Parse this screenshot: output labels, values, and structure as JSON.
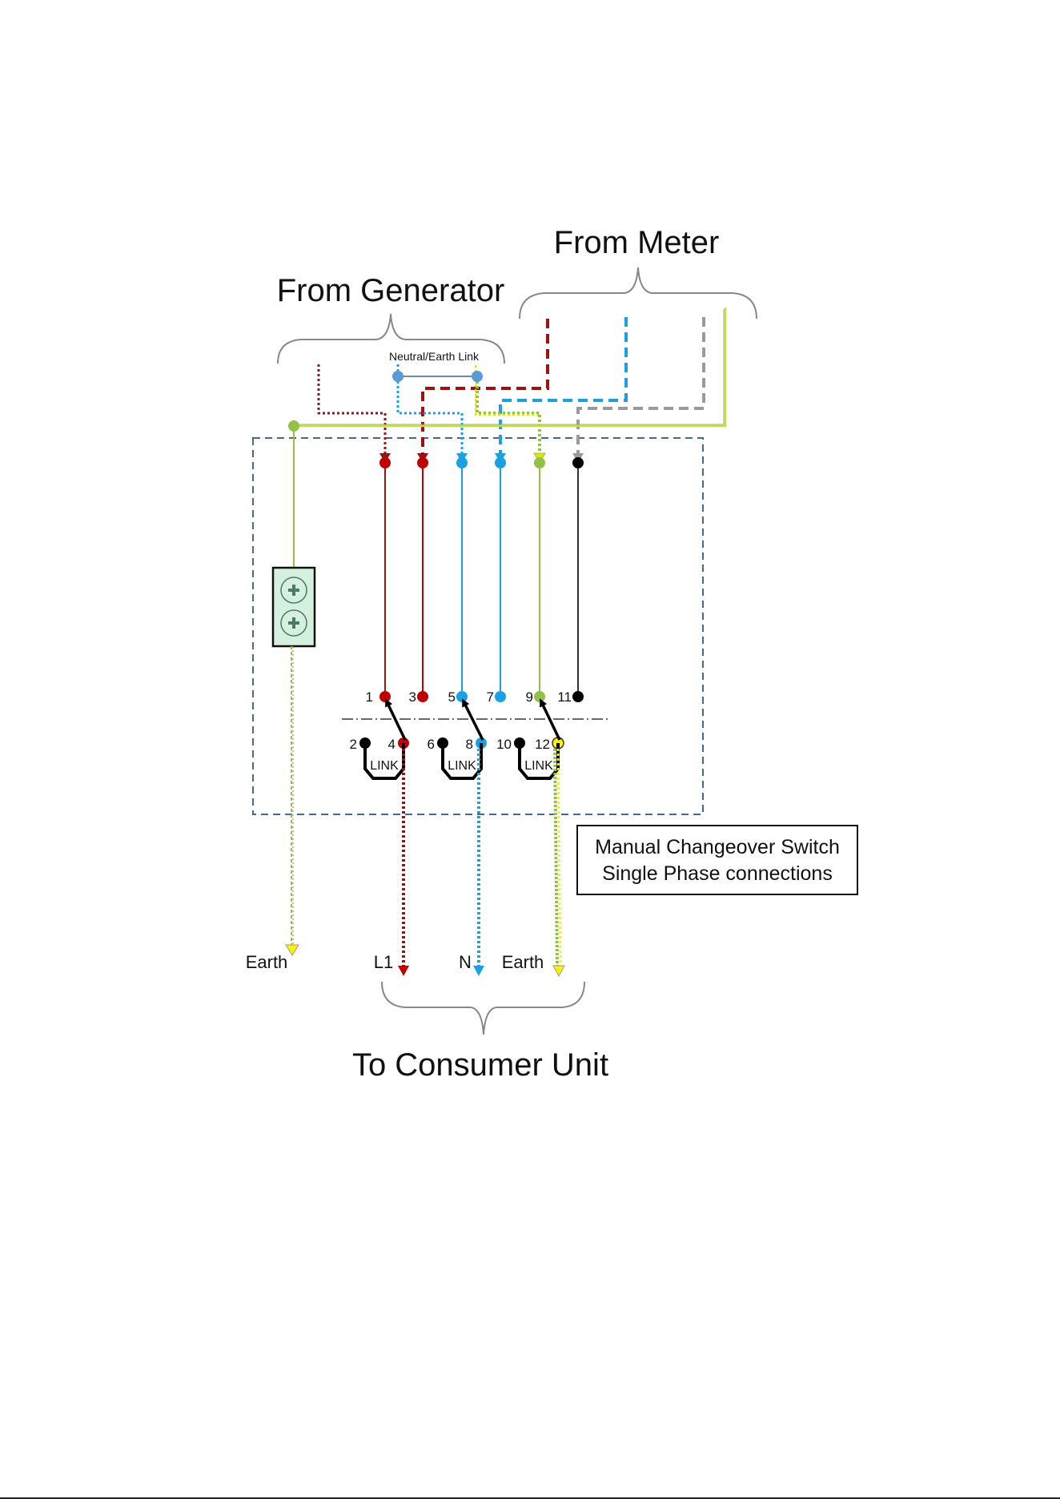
{
  "titles": {
    "from_meter": "From Meter",
    "from_generator": "From Generator",
    "to_consumer_unit": "To Consumer Unit"
  },
  "labels": {
    "neutral_earth_link": "Neutral/Earth Link",
    "link": "LINK",
    "earth_left": "Earth",
    "l1": "L1",
    "n": "N",
    "earth_right": "Earth"
  },
  "terminals": {
    "top": [
      "1",
      "3",
      "5",
      "7",
      "9",
      "11"
    ],
    "bottom": [
      "2",
      "4",
      "6",
      "8",
      "10",
      "12"
    ]
  },
  "info_box": {
    "line1": "Manual Changeover Switch",
    "line2": "Single Phase connections"
  },
  "colors": {
    "live_brown": "#8B1A1A",
    "live_red": "#C00000",
    "neutral_blue": "#1BA1E2",
    "earth_green": "#92C14A",
    "earth_yellow": "#FFF200",
    "grey": "#9A9A9A",
    "enclosure_dash": "#44698F",
    "terminal_block_fill": "#D6F0E0",
    "neutral_earth_dot": "#5B9BD5"
  },
  "icons": {
    "terminal_block": "earth-terminal-block-icon",
    "arrowhead": "arrowhead-icon"
  }
}
